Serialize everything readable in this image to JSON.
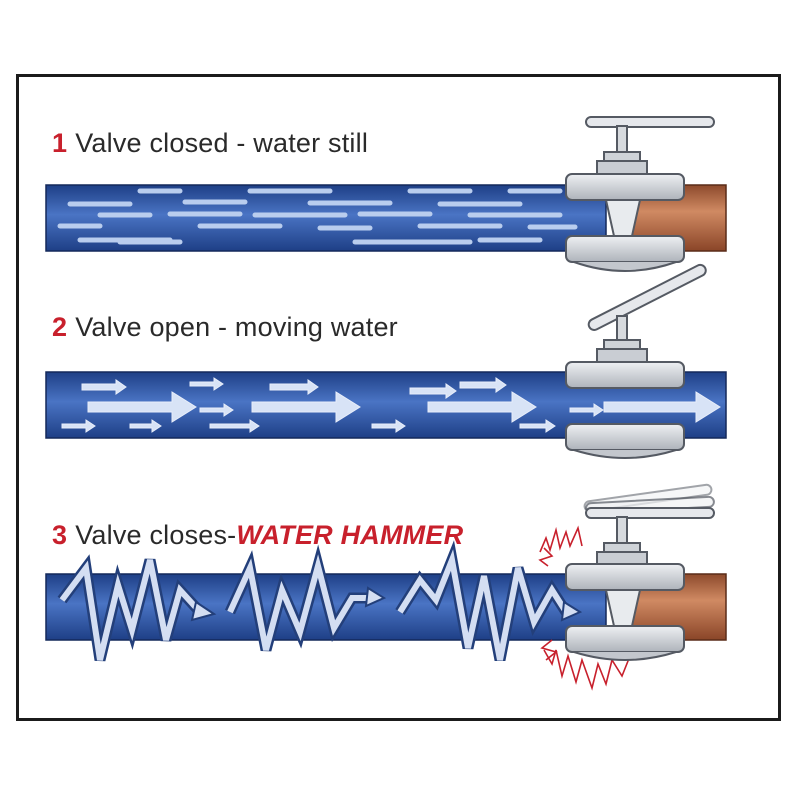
{
  "colors": {
    "pipe_dark": "#1e3f86",
    "pipe_mid": "#4a74c4",
    "pipe_light": "#8fb0e6",
    "valve_gray": "#c9cdd3",
    "valve_outline": "#555a63",
    "copper": "#b86a45",
    "accent_red": "#c8202c",
    "frame": "#1b1b1b"
  },
  "panels": [
    {
      "number": "1",
      "text": "Valve closed - water still"
    },
    {
      "number": "2",
      "text": "Valve open - moving water"
    },
    {
      "number": "3",
      "text": "Valve closes-",
      "emphasis": "WATER HAMMER"
    }
  ],
  "icons": {
    "still_water": "horizontal-dash-lines",
    "moving_water": "right-arrows",
    "water_hammer": "zigzag-shock-arrows",
    "shock": "red-burst-lines"
  }
}
